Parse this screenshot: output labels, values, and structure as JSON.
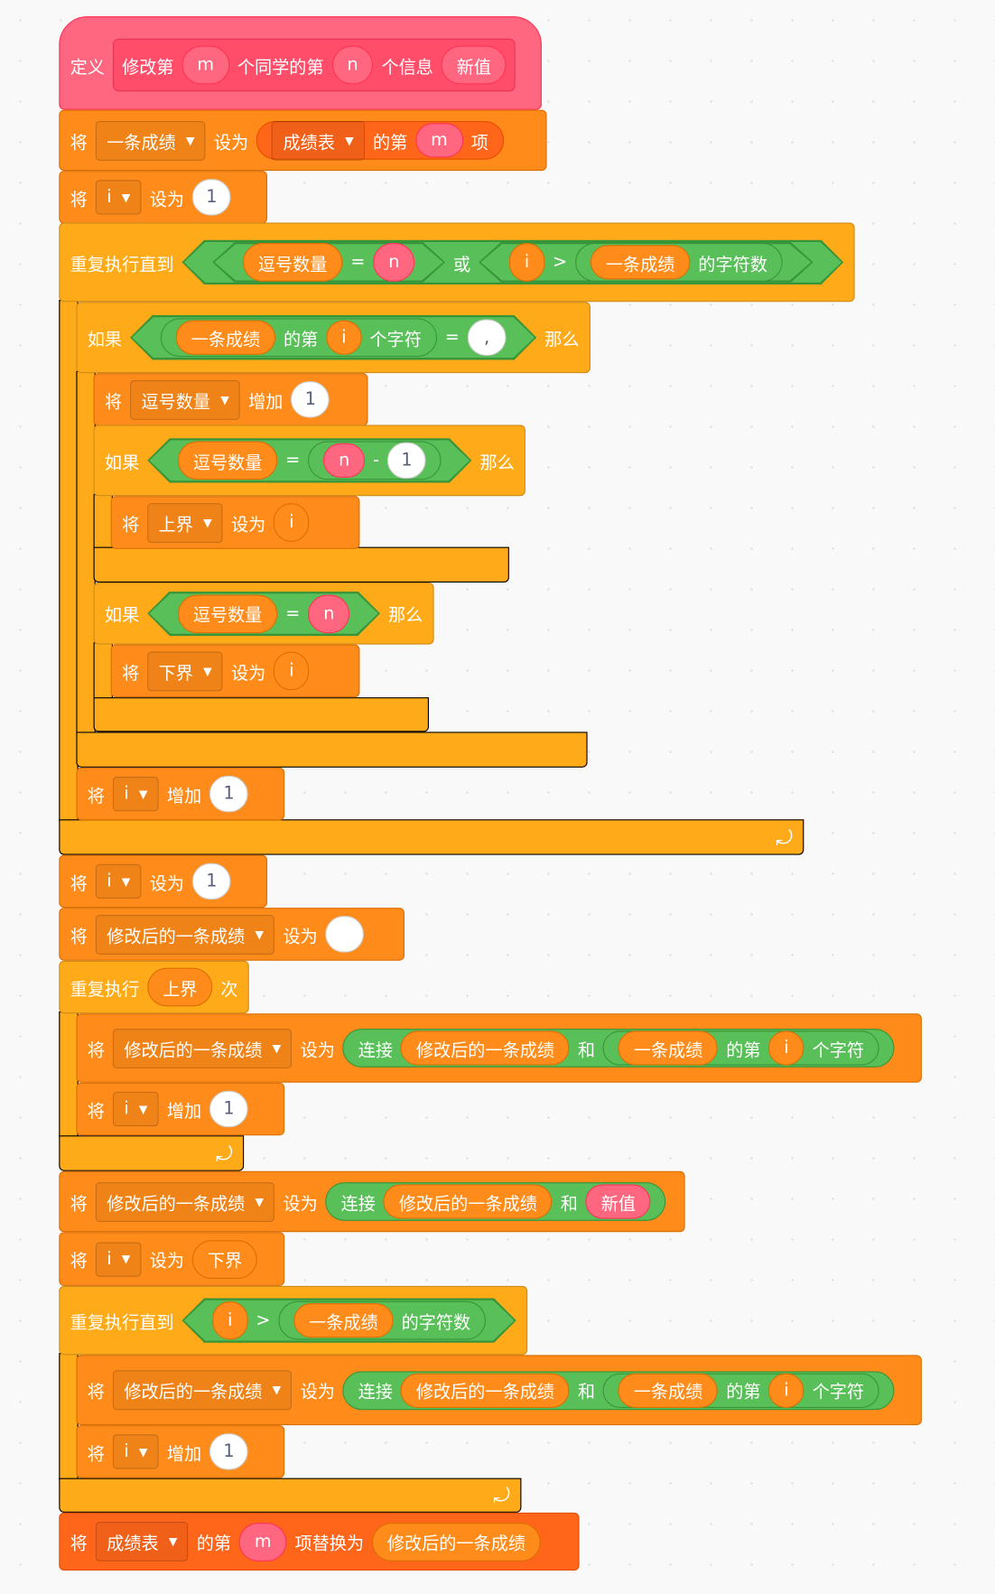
{
  "colors": {
    "define": "#FF6680",
    "variables": "#FF8C1A",
    "control": "#FFAB19",
    "operators": "#59C059",
    "lists": "#FF661A"
  },
  "rows": [
    {
      "items": [
        {
          "k": "t",
          "v": "定义"
        },
        {
          "k": "proto",
          "items": [
            {
              "k": "t",
              "v": "修改第"
            },
            {
              "k": "arg",
              "v": "m"
            },
            {
              "k": "t",
              "v": "个同学的第"
            },
            {
              "k": "arg",
              "v": "n"
            },
            {
              "k": "t",
              "v": "个信息"
            },
            {
              "k": "arg",
              "v": "新值"
            }
          ]
        }
      ]
    },
    {
      "items": [
        {
          "k": "t",
          "v": "将"
        },
        {
          "k": "dd",
          "v": "一条成绩"
        },
        {
          "k": "t",
          "v": "设为"
        },
        {
          "k": "list",
          "items": [
            {
              "k": "dd",
              "v": "成绩表"
            },
            {
              "k": "t",
              "v": "的第"
            },
            {
              "k": "arg",
              "v": "m"
            },
            {
              "k": "t",
              "v": "项"
            }
          ]
        }
      ]
    },
    {
      "items": [
        {
          "k": "t",
          "v": "将"
        },
        {
          "k": "dd",
          "v": "i"
        },
        {
          "k": "t",
          "v": "设为"
        },
        {
          "k": "in",
          "v": "1"
        }
      ]
    },
    {
      "items": [
        {
          "k": "t",
          "v": "重复执行直到"
        },
        {
          "k": "bool",
          "items": [
            {
              "k": "bool",
              "items": [
                {
                  "k": "var",
                  "v": "逗号数量"
                },
                {
                  "k": "t",
                  "v": "="
                },
                {
                  "k": "arg",
                  "v": "n"
                }
              ]
            },
            {
              "k": "t",
              "v": "或"
            },
            {
              "k": "bool",
              "items": [
                {
                  "k": "var",
                  "v": "i"
                },
                {
                  "k": "t",
                  "v": ">"
                },
                {
                  "k": "op",
                  "items": [
                    {
                      "k": "var",
                      "v": "一条成绩"
                    },
                    {
                      "k": "t",
                      "v": "的字符数"
                    }
                  ]
                }
              ]
            }
          ]
        }
      ]
    },
    {
      "items": [
        {
          "k": "t",
          "v": "如果"
        },
        {
          "k": "bool",
          "items": [
            {
              "k": "op",
              "items": [
                {
                  "k": "var",
                  "v": "一条成绩"
                },
                {
                  "k": "t",
                  "v": "的第"
                },
                {
                  "k": "var",
                  "v": "i"
                },
                {
                  "k": "t",
                  "v": "个字符"
                }
              ]
            },
            {
              "k": "t",
              "v": "="
            },
            {
              "k": "in",
              "v": ","
            }
          ]
        },
        {
          "k": "t",
          "v": "那么"
        }
      ]
    },
    {
      "items": [
        {
          "k": "t",
          "v": "将"
        },
        {
          "k": "dd",
          "v": "逗号数量"
        },
        {
          "k": "t",
          "v": "增加"
        },
        {
          "k": "in",
          "v": "1"
        }
      ]
    },
    {
      "items": [
        {
          "k": "t",
          "v": "如果"
        },
        {
          "k": "bool",
          "items": [
            {
              "k": "var",
              "v": "逗号数量"
            },
            {
              "k": "t",
              "v": "="
            },
            {
              "k": "op",
              "items": [
                {
                  "k": "arg",
                  "v": "n"
                },
                {
                  "k": "t",
                  "v": "-"
                },
                {
                  "k": "in",
                  "v": "1"
                }
              ]
            }
          ]
        },
        {
          "k": "t",
          "v": "那么"
        }
      ]
    },
    {
      "items": [
        {
          "k": "t",
          "v": "将"
        },
        {
          "k": "dd",
          "v": "上界"
        },
        {
          "k": "t",
          "v": "设为"
        },
        {
          "k": "var",
          "v": "i"
        }
      ]
    },
    {
      "items": [
        {
          "k": "t",
          "v": "如果"
        },
        {
          "k": "bool",
          "items": [
            {
              "k": "var",
              "v": "逗号数量"
            },
            {
              "k": "t",
              "v": "="
            },
            {
              "k": "arg",
              "v": "n"
            }
          ]
        },
        {
          "k": "t",
          "v": "那么"
        }
      ]
    },
    {
      "items": [
        {
          "k": "t",
          "v": "将"
        },
        {
          "k": "dd",
          "v": "下界"
        },
        {
          "k": "t",
          "v": "设为"
        },
        {
          "k": "var",
          "v": "i"
        }
      ]
    },
    {
      "items": [
        {
          "k": "t",
          "v": "将"
        },
        {
          "k": "dd",
          "v": "i"
        },
        {
          "k": "t",
          "v": "增加"
        },
        {
          "k": "in",
          "v": "1"
        }
      ]
    },
    {
      "items": [
        {
          "k": "t",
          "v": "将"
        },
        {
          "k": "dd",
          "v": "i"
        },
        {
          "k": "t",
          "v": "设为"
        },
        {
          "k": "in",
          "v": "1"
        }
      ]
    },
    {
      "items": [
        {
          "k": "t",
          "v": "将"
        },
        {
          "k": "dd",
          "v": "修改后的一条成绩"
        },
        {
          "k": "t",
          "v": "设为"
        },
        {
          "k": "in",
          "v": ""
        }
      ]
    },
    {
      "items": [
        {
          "k": "t",
          "v": "重复执行"
        },
        {
          "k": "var",
          "v": "上界"
        },
        {
          "k": "t",
          "v": "次"
        }
      ]
    },
    {
      "items": [
        {
          "k": "t",
          "v": "将"
        },
        {
          "k": "dd",
          "v": "修改后的一条成绩"
        },
        {
          "k": "t",
          "v": "设为"
        },
        {
          "k": "op",
          "items": [
            {
              "k": "t",
              "v": "连接"
            },
            {
              "k": "var",
              "v": "修改后的一条成绩"
            },
            {
              "k": "t",
              "v": "和"
            },
            {
              "k": "op",
              "items": [
                {
                  "k": "var",
                  "v": "一条成绩"
                },
                {
                  "k": "t",
                  "v": "的第"
                },
                {
                  "k": "var",
                  "v": "i"
                },
                {
                  "k": "t",
                  "v": "个字符"
                }
              ]
            }
          ]
        }
      ]
    },
    {
      "items": [
        {
          "k": "t",
          "v": "将"
        },
        {
          "k": "dd",
          "v": "i"
        },
        {
          "k": "t",
          "v": "增加"
        },
        {
          "k": "in",
          "v": "1"
        }
      ]
    },
    {
      "items": [
        {
          "k": "t",
          "v": "将"
        },
        {
          "k": "dd",
          "v": "修改后的一条成绩"
        },
        {
          "k": "t",
          "v": "设为"
        },
        {
          "k": "op",
          "items": [
            {
              "k": "t",
              "v": "连接"
            },
            {
              "k": "var",
              "v": "修改后的一条成绩"
            },
            {
              "k": "t",
              "v": "和"
            },
            {
              "k": "arg",
              "v": "新值"
            }
          ]
        }
      ]
    },
    {
      "items": [
        {
          "k": "t",
          "v": "将"
        },
        {
          "k": "dd",
          "v": "i"
        },
        {
          "k": "t",
          "v": "设为"
        },
        {
          "k": "var",
          "v": "下界"
        }
      ]
    },
    {
      "items": [
        {
          "k": "t",
          "v": "重复执行直到"
        },
        {
          "k": "bool",
          "items": [
            {
              "k": "var",
              "v": "i"
            },
            {
              "k": "t",
              "v": ">"
            },
            {
              "k": "op",
              "items": [
                {
                  "k": "var",
                  "v": "一条成绩"
                },
                {
                  "k": "t",
                  "v": "的字符数"
                }
              ]
            }
          ]
        }
      ]
    },
    {
      "items": [
        {
          "k": "t",
          "v": "将"
        },
        {
          "k": "dd",
          "v": "修改后的一条成绩"
        },
        {
          "k": "t",
          "v": "设为"
        },
        {
          "k": "op",
          "items": [
            {
              "k": "t",
              "v": "连接"
            },
            {
              "k": "var",
              "v": "修改后的一条成绩"
            },
            {
              "k": "t",
              "v": "和"
            },
            {
              "k": "op",
              "items": [
                {
                  "k": "var",
                  "v": "一条成绩"
                },
                {
                  "k": "t",
                  "v": "的第"
                },
                {
                  "k": "var",
                  "v": "i"
                },
                {
                  "k": "t",
                  "v": "个字符"
                }
              ]
            }
          ]
        }
      ]
    },
    {
      "items": [
        {
          "k": "t",
          "v": "将"
        },
        {
          "k": "dd",
          "v": "i"
        },
        {
          "k": "t",
          "v": "增加"
        },
        {
          "k": "in",
          "v": "1"
        }
      ]
    },
    {
      "items": [
        {
          "k": "t",
          "v": "将"
        },
        {
          "k": "dd",
          "v": "成绩表"
        },
        {
          "k": "t",
          "v": "的第"
        },
        {
          "k": "arg",
          "v": "m"
        },
        {
          "k": "t",
          "v": "项替换为"
        },
        {
          "k": "var",
          "v": "修改后的一条成绩"
        }
      ]
    }
  ]
}
